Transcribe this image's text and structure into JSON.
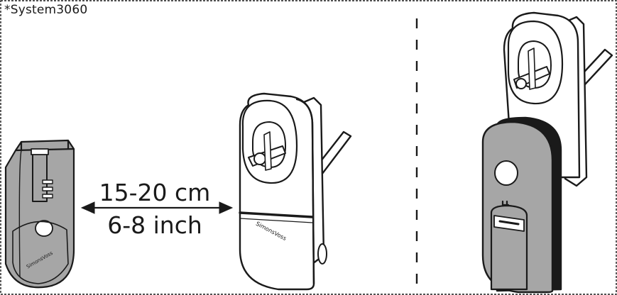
{
  "label": "*System3060",
  "distance": {
    "cm": "15-20 cm",
    "inch": "6-8 inch"
  },
  "brand": "SimonsVoss",
  "colors": {
    "outline": "#1a1a1a",
    "gray_cover": "#a6a6a6",
    "white": "#ffffff"
  }
}
